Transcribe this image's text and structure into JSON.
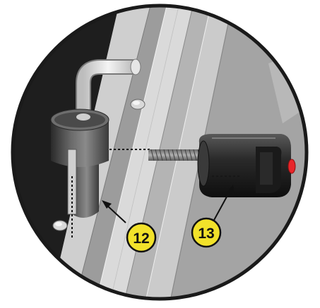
{
  "diagram": {
    "callouts": [
      {
        "number": "12",
        "target": "hinge-sleeve"
      },
      {
        "number": "13",
        "target": "threaded-knob"
      }
    ],
    "colors": {
      "frame_border": "#1a1a1a",
      "callout_fill": "#f2e22a",
      "knob_accent": "#e8262a",
      "rail_light": "#d4d4d4",
      "rail_dark": "#8a8a8a",
      "background_dark": "#222222"
    }
  }
}
